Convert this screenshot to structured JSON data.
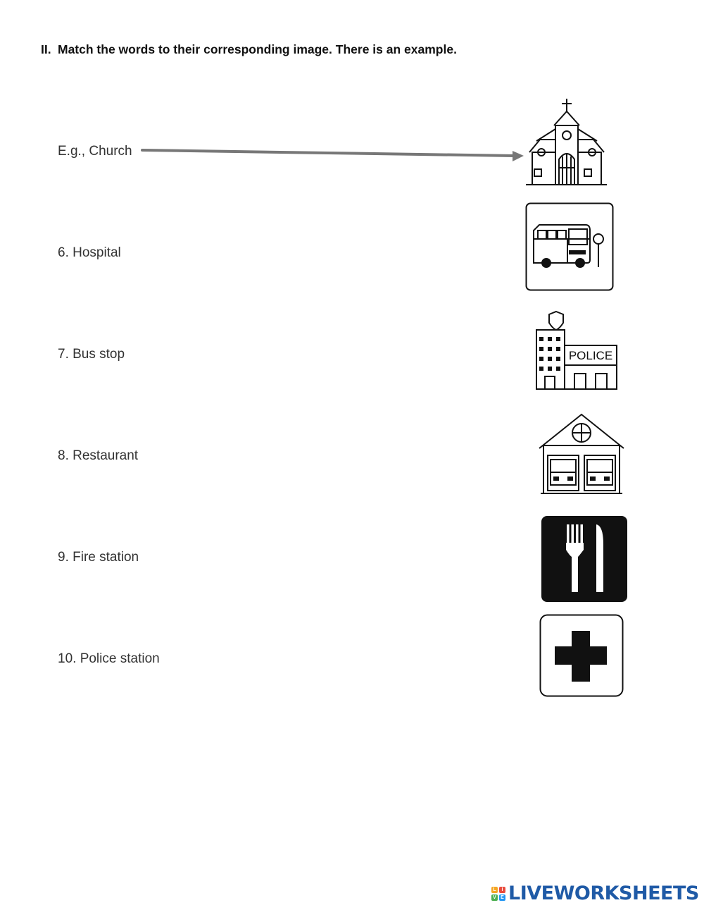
{
  "instruction": {
    "number": "II.",
    "text": "Match the words to their corresponding image. There is an example."
  },
  "words": [
    "E.g., Church",
    "6. Hospital",
    "7. Bus stop",
    "8. Restaurant",
    "9. Fire station",
    "10. Police station"
  ],
  "pictures": {
    "police_sign": "POLICE"
  },
  "icons": [
    "church-icon",
    "bus-stop-icon",
    "police-station-icon",
    "fire-station-icon",
    "restaurant-icon",
    "hospital-icon"
  ],
  "arrow_color": "#777777",
  "footer": {
    "brand": "LIVEWORKSHEETS",
    "mark_letters": [
      "L",
      "I",
      "V",
      "E"
    ],
    "mark_colors": [
      "#f5a623",
      "#e94b3c",
      "#4caf50",
      "#2196f3"
    ],
    "brand_color": "#1f5aa6"
  }
}
